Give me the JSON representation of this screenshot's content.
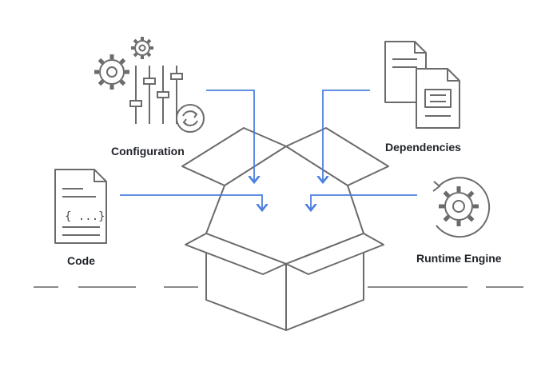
{
  "labels": {
    "configuration": "Configuration",
    "dependencies": "Dependencies",
    "code": "Code",
    "runtime_engine": "Runtime Engine",
    "code_glyph": "{ ...}"
  },
  "colors": {
    "line": "#6b6b6b",
    "arrow": "#4a7fe0",
    "text": "#1f2329"
  },
  "icons": {
    "configuration": "gears-and-sliders-icon",
    "dependencies": "documents-icon",
    "code": "code-file-icon",
    "runtime_engine": "gear-cycle-icon",
    "center": "open-box-icon"
  }
}
